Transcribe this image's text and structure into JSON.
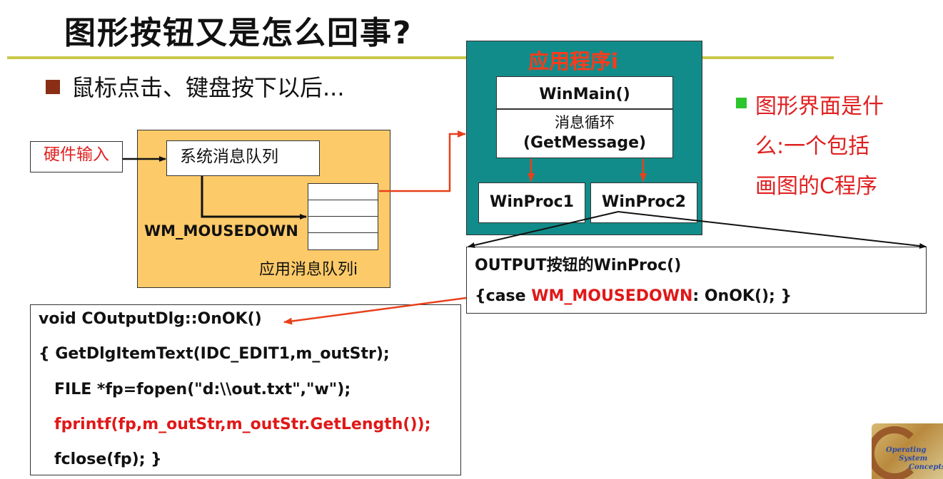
{
  "title": "图形按钮又是怎么回事?",
  "bullet1": "鼠标点击、键盘按下以后...",
  "os": {
    "hardware_input": "硬件输入",
    "system_queue": "系统消息队列",
    "wm_mousedown": "WM_MOUSEDOWN",
    "app_queue": "应用消息队列i"
  },
  "app": {
    "title": "应用程序i",
    "winmain": "WinMain()",
    "message_loop": "消息循环",
    "getmessage": "(GetMessage)",
    "winproc1": "WinProc1",
    "winproc2": "WinProc2"
  },
  "side_note": {
    "lines": [
      "图形界面是什",
      "么:一个包括",
      "画图的C程序"
    ]
  },
  "output": {
    "line1": "OUTPUT按钮的WinProc()",
    "line2_pre": "{case ",
    "line2_red": "WM_MOUSEDOWN",
    "line2_post": ": OnOK(); }"
  },
  "code": {
    "line1": "void COutputDlg::OnOK()",
    "line2": "{  GetDlgItemText(IDC_EDIT1,m_outStr);",
    "line3": "FILE *fp=fopen(\"d:\\\\out.txt\",\"w\");",
    "line4": "fprintf(fp,m_outStr,m_outStr.GetLength());",
    "line5": "fclose(fp); }"
  },
  "logo": {
    "line1": "Operating",
    "line2": "System",
    "line3": "Concepts"
  },
  "colors": {
    "title_rule": "#c8c84a",
    "os_box": "#fdca69",
    "app_box": "#128c8a",
    "accent_red": "#e01818",
    "bullet_brown": "#8b2e16",
    "bullet_green": "#2cc62c"
  }
}
